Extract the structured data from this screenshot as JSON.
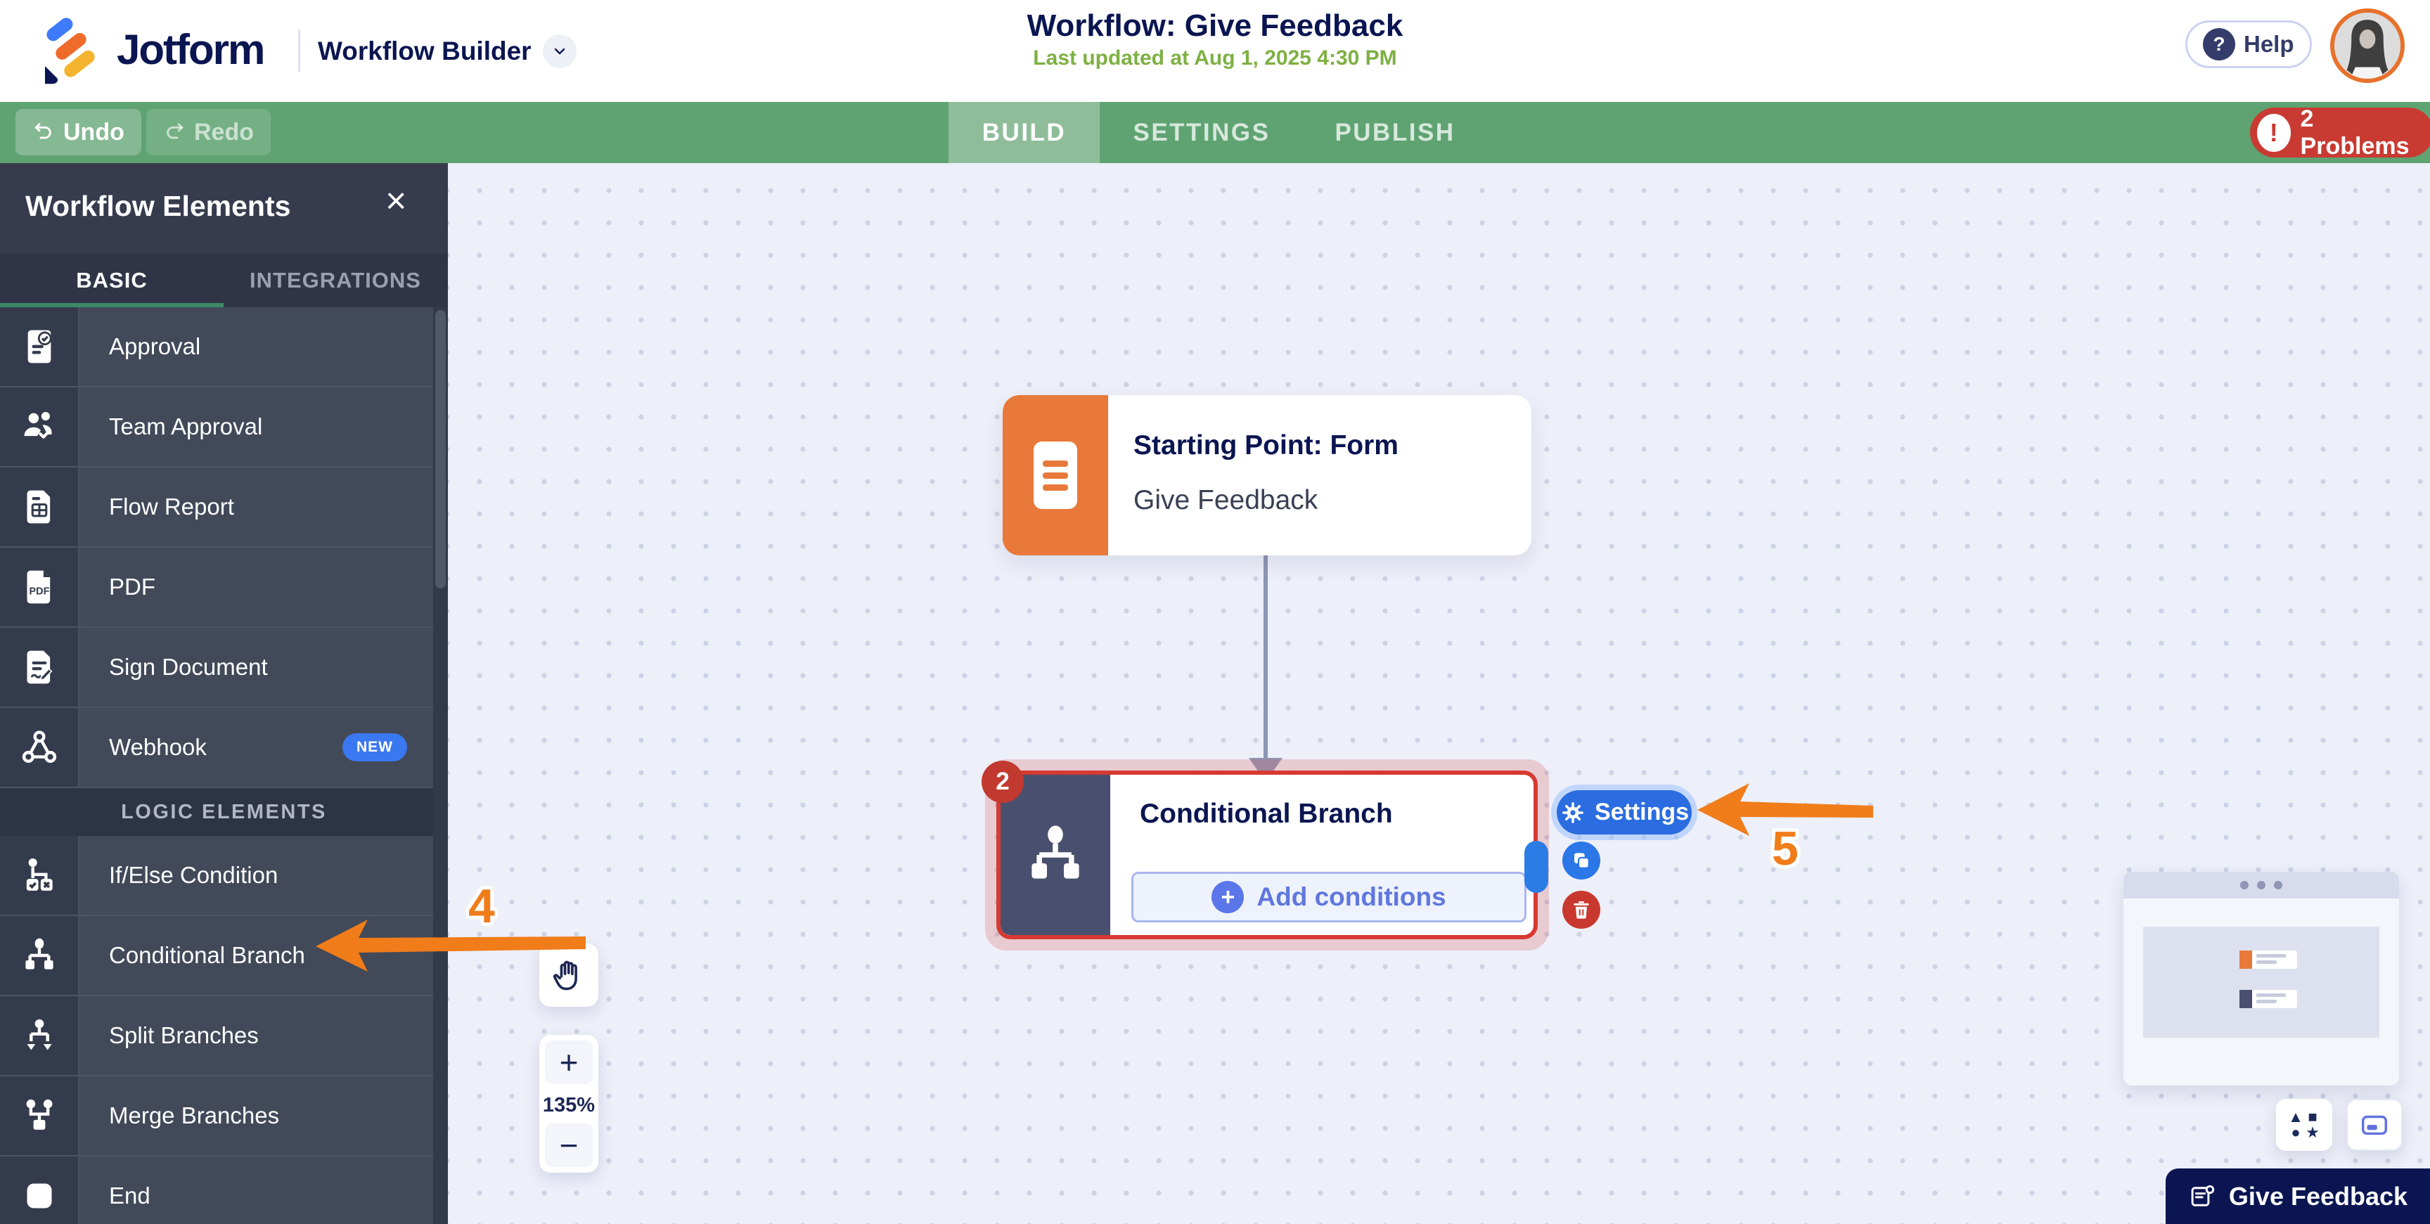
{
  "header": {
    "brand": "Jotform",
    "app_switcher": "Workflow Builder",
    "title": "Workflow: Give Feedback",
    "last_updated": "Last updated at Aug 1, 2025 4:30 PM",
    "help_label": "Help",
    "help_icon": "?"
  },
  "toolbar": {
    "undo_label": "Undo",
    "redo_label": "Redo",
    "tabs": [
      {
        "label": "BUILD",
        "active": true
      },
      {
        "label": "SETTINGS",
        "active": false
      },
      {
        "label": "PUBLISH",
        "active": false
      }
    ],
    "problems_icon": "!",
    "problems_label": "2 Problems"
  },
  "sidebar": {
    "title": "Workflow Elements",
    "close_icon": "×",
    "tabs": [
      "BASIC",
      "INTEGRATIONS"
    ],
    "basic_items": [
      {
        "label": "Approval",
        "icon": "approval-icon"
      },
      {
        "label": "Team Approval",
        "icon": "team-approval-icon"
      },
      {
        "label": "Flow Report",
        "icon": "flow-report-icon"
      },
      {
        "label": "PDF",
        "icon": "pdf-icon"
      },
      {
        "label": "Sign Document",
        "icon": "sign-document-icon"
      },
      {
        "label": "Webhook",
        "icon": "webhook-icon",
        "badge": "NEW"
      }
    ],
    "logic_header": "LOGIC ELEMENTS",
    "logic_items": [
      {
        "label": "If/Else Condition",
        "icon": "if-else-icon"
      },
      {
        "label": "Conditional Branch",
        "icon": "conditional-branch-icon"
      },
      {
        "label": "Split Branches",
        "icon": "split-branches-icon"
      },
      {
        "label": "Merge Branches",
        "icon": "merge-branches-icon"
      },
      {
        "label": "End",
        "icon": "end-icon"
      }
    ]
  },
  "canvas": {
    "start_node": {
      "title": "Starting Point: Form",
      "subtitle": "Give Feedback"
    },
    "branch_node": {
      "error_badge": "2",
      "title": "Conditional Branch",
      "plus_icon": "+",
      "add_conditions_label": "Add conditions"
    },
    "node_actions": {
      "settings_label": "Settings"
    },
    "annotations": {
      "step_sidebar": "4",
      "step_settings": "5"
    },
    "zoom_controls": {
      "zoom_in": "+",
      "level": "135%",
      "zoom_out": "−"
    },
    "shapes_button": {
      "glyphs": [
        "▲",
        "■",
        "●",
        "★"
      ]
    }
  },
  "footer": {
    "feedback_label": "Give Feedback"
  },
  "colors": {
    "toolbar_green": "#5fa372",
    "brand_navy": "#0a1551",
    "updated_green": "#7eb043",
    "error_red": "#c93a32",
    "primary_blue": "#2b6de0",
    "node_orange": "#e8793a",
    "annotation_orange": "#f07c1a",
    "new_badge_blue": "#3a78f2"
  }
}
